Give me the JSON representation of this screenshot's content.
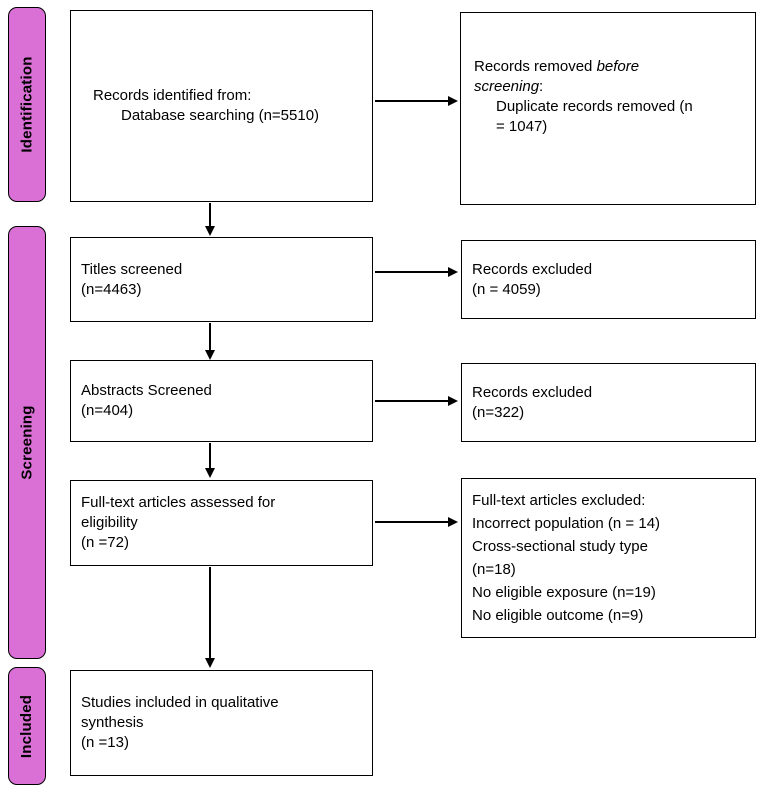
{
  "colors": {
    "stage_fill": "#DA70D6",
    "box_border": "#000000",
    "text": "#000000",
    "background": "#FFFFFF"
  },
  "stages": {
    "identification": "Identification",
    "screening": "Screening",
    "included": "Included"
  },
  "boxes": {
    "identified": {
      "lines": [
        "Records identified from:",
        "Database searching (n=5510)"
      ]
    },
    "removed": {
      "line1_text": "Records removed ",
      "line1_italic": "before",
      "line2_italic": "screening",
      "line2_text": ":",
      "lines": [
        "Duplicate records removed (n",
        "= 1047)"
      ]
    },
    "titles_screened": {
      "lines": [
        "Titles screened",
        "(n=4463)"
      ]
    },
    "records_excluded_1": {
      "lines": [
        "Records excluded",
        "(n = 4059)"
      ]
    },
    "abstracts_screened": {
      "lines": [
        "Abstracts Screened",
        "(n=404)"
      ]
    },
    "records_excluded_2": {
      "lines": [
        "Records excluded",
        "(n=322)"
      ]
    },
    "fulltext_assessed": {
      "lines": [
        "Full-text articles assessed for",
        "eligibility",
        "(n =72)"
      ]
    },
    "fulltext_excluded": {
      "lines": [
        "Full-text articles excluded:",
        "Incorrect population (n = 14)",
        "Cross-sectional study type",
        "(n=18)",
        "No eligible exposure (n=19)",
        "No eligible outcome (n=9)"
      ]
    },
    "studies_included": {
      "lines": [
        "Studies included in qualitative",
        "synthesis",
        "(n =13)"
      ]
    }
  }
}
